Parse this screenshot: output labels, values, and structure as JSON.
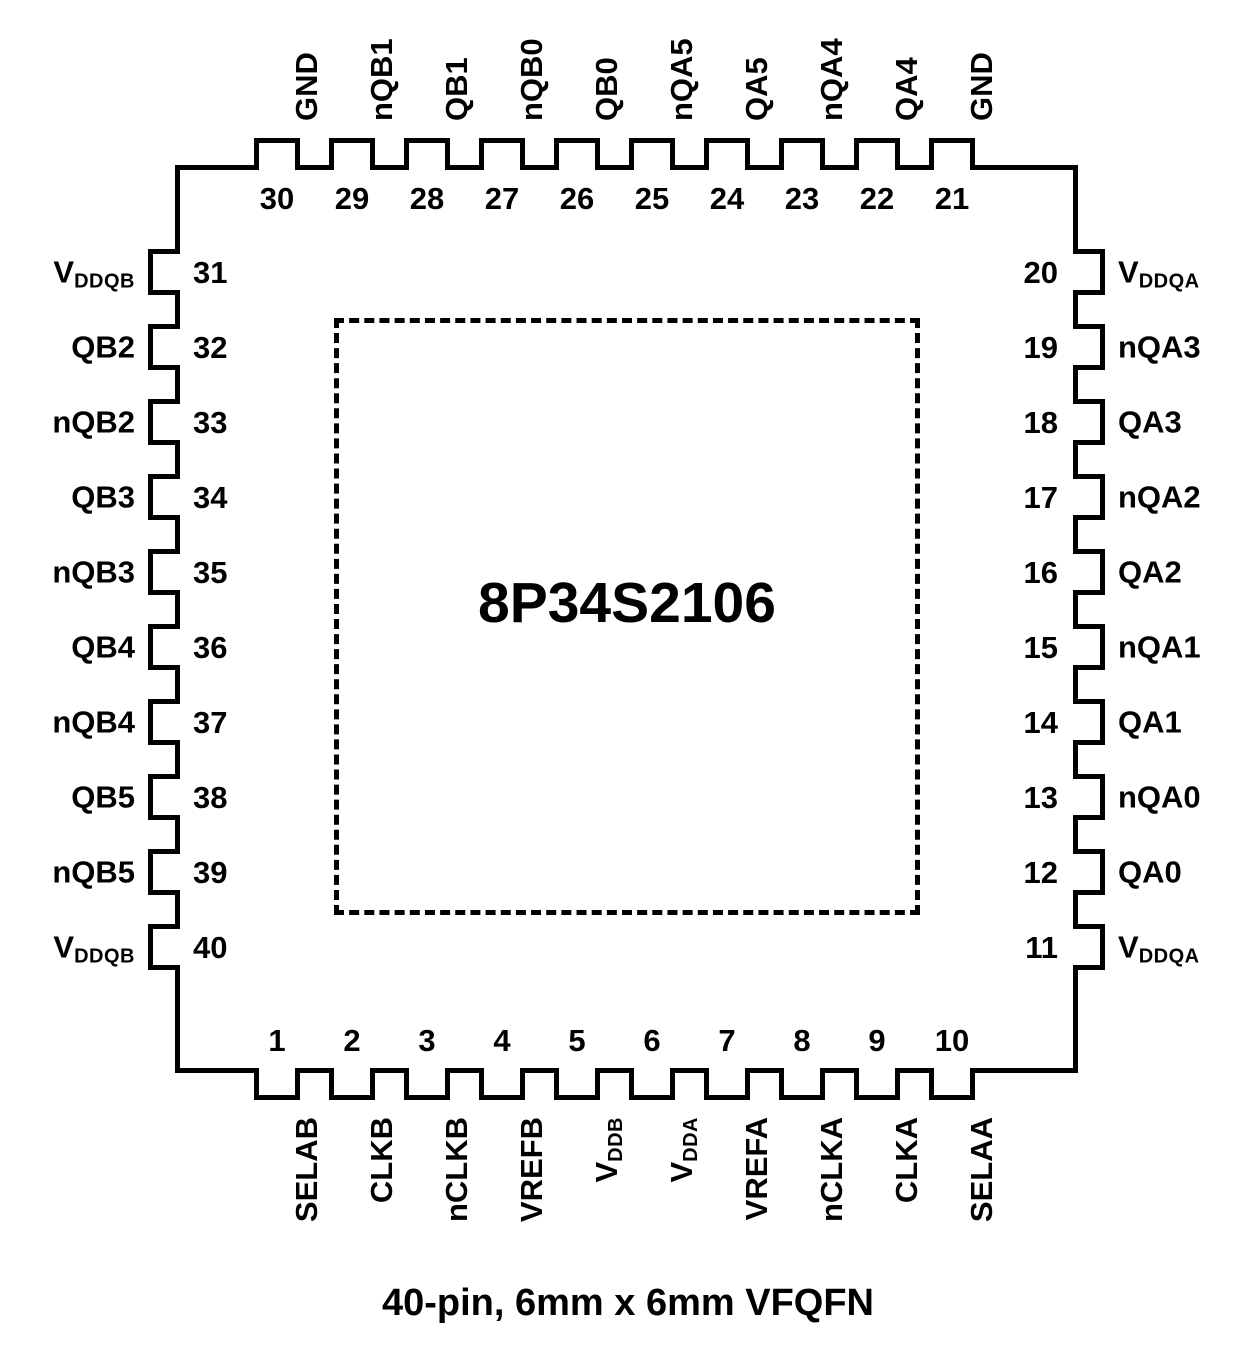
{
  "diagram": {
    "part_number": "8P34S2106",
    "caption": "40-pin, 6mm x 6mm VFQFN"
  },
  "pins": {
    "top": [
      {
        "number": "30",
        "label": "GND"
      },
      {
        "number": "29",
        "label": "nQB1"
      },
      {
        "number": "28",
        "label": "QB1"
      },
      {
        "number": "27",
        "label": "nQB0"
      },
      {
        "number": "26",
        "label": "QB0"
      },
      {
        "number": "25",
        "label": "nQA5"
      },
      {
        "number": "24",
        "label": "QA5"
      },
      {
        "number": "23",
        "label": "nQA4"
      },
      {
        "number": "22",
        "label": "QA4"
      },
      {
        "number": "21",
        "label": "GND"
      }
    ],
    "right": [
      {
        "number": "20",
        "label": "V",
        "sub": "DDQA"
      },
      {
        "number": "19",
        "label": "nQA3",
        "sub": ""
      },
      {
        "number": "18",
        "label": "QA3",
        "sub": ""
      },
      {
        "number": "17",
        "label": "nQA2",
        "sub": ""
      },
      {
        "number": "16",
        "label": "QA2",
        "sub": ""
      },
      {
        "number": "15",
        "label": "nQA1",
        "sub": ""
      },
      {
        "number": "14",
        "label": "QA1",
        "sub": ""
      },
      {
        "number": "13",
        "label": "nQA0",
        "sub": ""
      },
      {
        "number": "12",
        "label": "QA0",
        "sub": ""
      },
      {
        "number": "11",
        "label": "V",
        "sub": "DDQA"
      }
    ],
    "bottom": [
      {
        "number": "1",
        "label": "SELAB",
        "sub": ""
      },
      {
        "number": "2",
        "label": "CLKB",
        "sub": ""
      },
      {
        "number": "3",
        "label": "nCLKB",
        "sub": ""
      },
      {
        "number": "4",
        "label": "VREFB",
        "sub": ""
      },
      {
        "number": "5",
        "label": "V",
        "sub": "DDB"
      },
      {
        "number": "6",
        "label": "V",
        "sub": "DDA"
      },
      {
        "number": "7",
        "label": "VREFA",
        "sub": ""
      },
      {
        "number": "8",
        "label": "nCLKA",
        "sub": ""
      },
      {
        "number": "9",
        "label": "CLKA",
        "sub": ""
      },
      {
        "number": "10",
        "label": "SELAA",
        "sub": ""
      }
    ],
    "left": [
      {
        "number": "31",
        "label": "V",
        "sub": "DDQB"
      },
      {
        "number": "32",
        "label": "QB2",
        "sub": ""
      },
      {
        "number": "33",
        "label": "nQB2",
        "sub": ""
      },
      {
        "number": "34",
        "label": "QB3",
        "sub": ""
      },
      {
        "number": "35",
        "label": "nQB3",
        "sub": ""
      },
      {
        "number": "36",
        "label": "QB4",
        "sub": ""
      },
      {
        "number": "37",
        "label": "nQB4",
        "sub": ""
      },
      {
        "number": "38",
        "label": "QB5",
        "sub": ""
      },
      {
        "number": "39",
        "label": "nQB5",
        "sub": ""
      },
      {
        "number": "40",
        "label": "V",
        "sub": "DDQB"
      }
    ]
  },
  "colors": {
    "ink": "#000000",
    "paper": "#ffffff"
  }
}
